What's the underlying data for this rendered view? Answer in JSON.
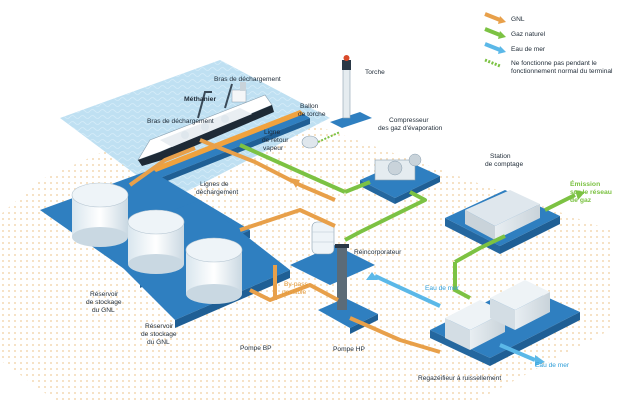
{
  "legend": {
    "gnl": "GNL",
    "gaz_naturel": "Gaz naturel",
    "eau_de_mer": "Eau de mer",
    "note_line1": "Ne fonctionne pas pendant le",
    "note_line2": "fonctionnement normal du terminal"
  },
  "labels": {
    "bras_dechargement_top": "Bras de déchargement",
    "methanier": "Méthanier",
    "bras_dechargement_ship": "Bras de déchargement",
    "torche": "Torche",
    "ballon_line1": "Ballon",
    "ballon_line2": "de torche",
    "ligne_retour_line1": "Ligne",
    "ligne_retour_line2": "de retour",
    "ligne_retour_line3": "vapeur",
    "compresseur_line1": "Compresseur",
    "compresseur_line2": "des gaz d'évaporation",
    "station_line1": "Station",
    "station_line2": "de comptage",
    "emission_line1": "Émission",
    "emission_line2": "sur le réseau",
    "emission_line3": "de gaz",
    "lignes_dech_line1": "Lignes de",
    "lignes_dech_line2": "déchargement",
    "reincorporateur": "Réincorporateur",
    "eau_de_mer_in": "Eau de mer",
    "eau_de_mer_out": "Eau de mer",
    "bypass_line1": "By-pass",
    "bypass_line2": "possible",
    "reservoir1_line1": "Réservoir",
    "reservoir1_line2": "de stockage",
    "reservoir1_line3": "du GNL",
    "reservoir2_line1": "Réservoir",
    "reservoir2_line2": "de stockage",
    "reservoir2_line3": "du GNL",
    "pompe_bp": "Pompe BP",
    "pompe_hp": "Pompe HP",
    "regazeifieur": "Regazéifieur à ruissellement"
  },
  "colors": {
    "gnl": "#e8a04a",
    "gaz_naturel": "#7cc243",
    "eau_de_mer": "#5bb8e8",
    "platform": "#2f7fc0",
    "water": "#b9dcf0"
  }
}
